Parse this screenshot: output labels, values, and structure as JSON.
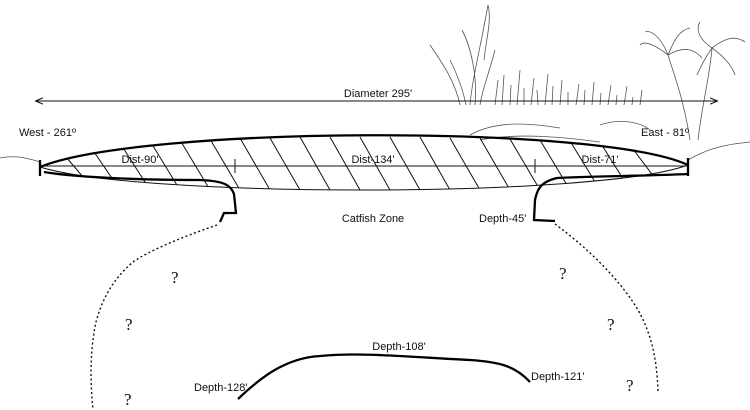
{
  "diameter": {
    "label": "Diameter 295'"
  },
  "bearings": {
    "west": "West - 261º",
    "east": "East - 81º"
  },
  "distances": {
    "left": "Dist-90'",
    "middle": "Dist-134'",
    "right": "Dist-71'"
  },
  "zone": {
    "label": "Catfish Zone"
  },
  "depths": {
    "ledge": "Depth-45'",
    "top": "Depth-108'",
    "left": "Depth-128'",
    "right": "Depth-121'"
  },
  "unknown_marker": "?"
}
